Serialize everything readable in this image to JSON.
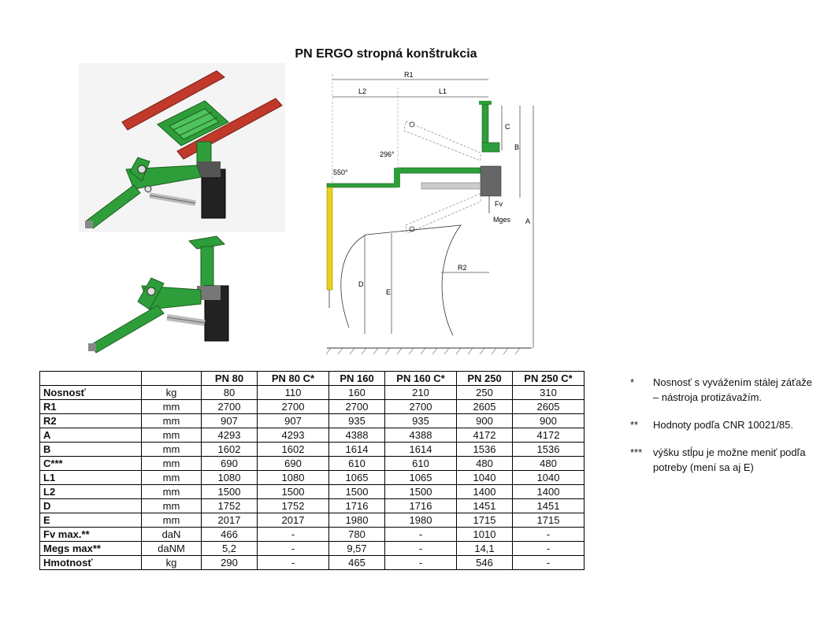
{
  "title": "PN ERGO stropná konštrukcia",
  "drawing_labels": {
    "r1": "R1",
    "l2": "L2",
    "l1": "L1",
    "r2": "R2",
    "a": "A",
    "b": "B",
    "c": "C",
    "d": "D",
    "e": "E",
    "fv": "Fv",
    "mges": "Mges",
    "angle1": "550°",
    "angle2": "296°"
  },
  "table": {
    "columns": [
      "PN 80",
      "PN 80 C*",
      "PN 160",
      "PN 160 C*",
      "PN 250",
      "PN 250 C*"
    ],
    "rows": [
      {
        "label": "Nosnosť",
        "unit": "kg",
        "values": [
          "80",
          "110",
          "160",
          "210",
          "250",
          "310"
        ]
      },
      {
        "label": "R1",
        "unit": "mm",
        "values": [
          "2700",
          "2700",
          "2700",
          "2700",
          "2605",
          "2605"
        ]
      },
      {
        "label": "R2",
        "unit": "mm",
        "values": [
          "907",
          "907",
          "935",
          "935",
          "900",
          "900"
        ]
      },
      {
        "label": "A",
        "unit": "mm",
        "values": [
          "4293",
          "4293",
          "4388",
          "4388",
          "4172",
          "4172"
        ]
      },
      {
        "label": "B",
        "unit": "mm",
        "values": [
          "1602",
          "1602",
          "1614",
          "1614",
          "1536",
          "1536"
        ]
      },
      {
        "label": "C***",
        "unit": "mm",
        "values": [
          "690",
          "690",
          "610",
          "610",
          "480",
          "480"
        ]
      },
      {
        "label": "L1",
        "unit": "mm",
        "values": [
          "1080",
          "1080",
          "1065",
          "1065",
          "1040",
          "1040"
        ]
      },
      {
        "label": "L2",
        "unit": "mm",
        "values": [
          "1500",
          "1500",
          "1500",
          "1500",
          "1400",
          "1400"
        ]
      },
      {
        "label": "D",
        "unit": "mm",
        "values": [
          "1752",
          "1752",
          "1716",
          "1716",
          "1451",
          "1451"
        ]
      },
      {
        "label": "E",
        "unit": "mm",
        "values": [
          "2017",
          "2017",
          "1980",
          "1980",
          "1715",
          "1715"
        ]
      },
      {
        "label": "Fv max.**",
        "unit": "daN",
        "values": [
          "466",
          "-",
          "780",
          "-",
          "1010",
          "-"
        ]
      },
      {
        "label": "Megs max**",
        "unit": "daNM",
        "values": [
          "5,2",
          "-",
          "9,57",
          "-",
          "14,1",
          "-"
        ]
      },
      {
        "label": "Hmotnosť",
        "unit": "kg",
        "values": [
          "290",
          "-",
          "465",
          "-",
          "546",
          "-"
        ]
      }
    ]
  },
  "notes": [
    {
      "mark": "*",
      "text": "Nosnosť s vyvážením stálej záťaže – nástroja protizávažím."
    },
    {
      "mark": "**",
      "text": "Hodnoty podľa CNR 10021/85."
    },
    {
      "mark": "***",
      "text": "výšku stĺpu je možne meniť podľa potreby (mení sa aj E)"
    }
  ],
  "colors": {
    "rail": "#c0392b",
    "frame": "#2e9e3a",
    "motor": "#222222",
    "arm_yellow": "#e8d21a"
  }
}
